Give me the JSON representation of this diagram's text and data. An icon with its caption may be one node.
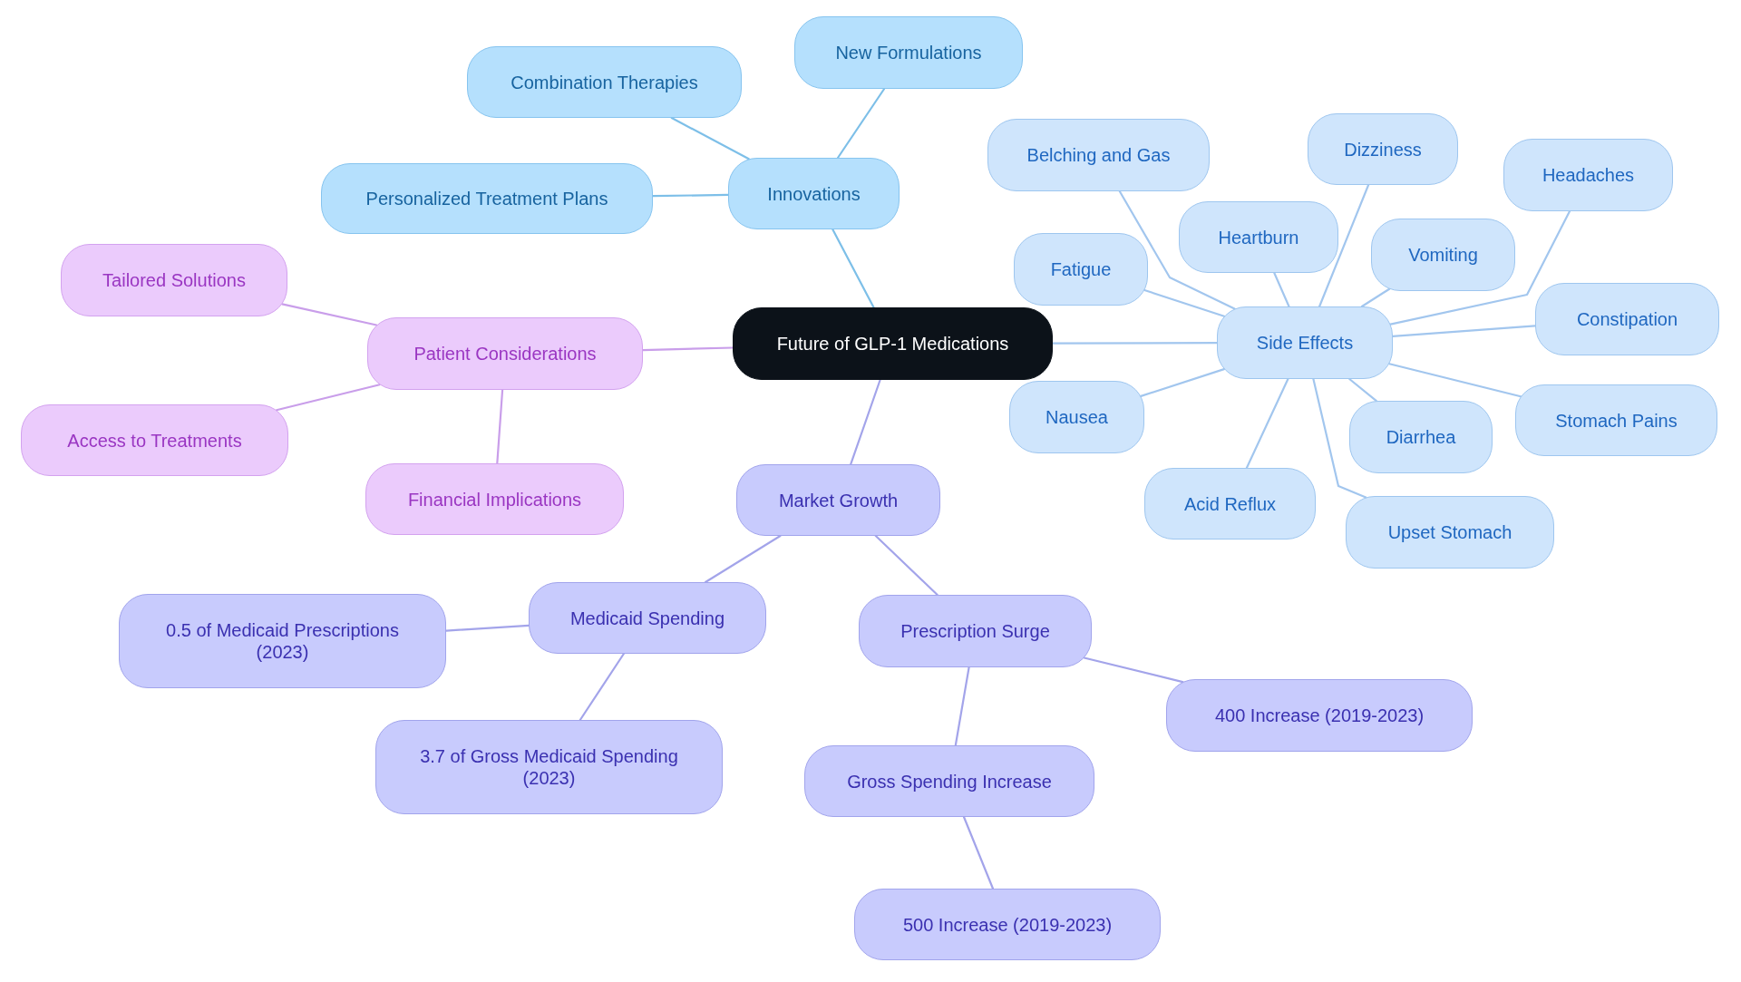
{
  "diagram": {
    "nodes": [
      {
        "text": [
          "Future of GLP-1 Medications"
        ]
      },
      {
        "text": [
          "Innovations"
        ]
      },
      {
        "text": [
          "New Formulations"
        ]
      },
      {
        "text": [
          "Combination Therapies"
        ]
      },
      {
        "text": [
          "Personalized Treatment Plans"
        ]
      },
      {
        "text": [
          "Side Effects"
        ]
      },
      {
        "text": [
          "Belching and Gas"
        ]
      },
      {
        "text": [
          "Dizziness"
        ]
      },
      {
        "text": [
          "Headaches"
        ]
      },
      {
        "text": [
          "Heartburn"
        ]
      },
      {
        "text": [
          "Vomiting"
        ]
      },
      {
        "text": [
          "Fatigue"
        ]
      },
      {
        "text": [
          "Constipation"
        ]
      },
      {
        "text": [
          "Nausea"
        ]
      },
      {
        "text": [
          "Stomach Pains"
        ]
      },
      {
        "text": [
          "Diarrhea"
        ]
      },
      {
        "text": [
          "Acid Reflux"
        ]
      },
      {
        "text": [
          "Upset Stomach"
        ]
      },
      {
        "text": [
          "Patient Considerations"
        ]
      },
      {
        "text": [
          "Tailored Solutions"
        ]
      },
      {
        "text": [
          "Access to Treatments"
        ]
      },
      {
        "text": [
          "Financial Implications"
        ]
      },
      {
        "text": [
          "Market Growth"
        ]
      },
      {
        "text": [
          "Medicaid Spending"
        ]
      },
      {
        "text": [
          "0.5 of Medicaid Prescriptions (2023)"
        ]
      },
      {
        "text": [
          "3.7 of Gross Medicaid Spending (2023)"
        ]
      },
      {
        "text": [
          "Prescription Surge"
        ]
      },
      {
        "text": [
          "400 Increase (2019-2023)"
        ]
      },
      {
        "text": [
          "Gross Spending Increase"
        ]
      },
      {
        "text": [
          "500 Increase (2019-2023)"
        ]
      }
    ],
    "edges": [
      {
        "from": 0,
        "to": 1,
        "arrow": "none",
        "color": "#7dbfe8"
      },
      {
        "from": 1,
        "to": 2,
        "arrow": "none",
        "color": "#7dbfe8"
      },
      {
        "from": 1,
        "to": 3,
        "arrow": "none",
        "color": "#7dbfe8"
      },
      {
        "from": 1,
        "to": 4,
        "arrow": "none",
        "color": "#7dbfe8"
      },
      {
        "from": 0,
        "to": 5,
        "arrow": "none"
      },
      {
        "from": 5,
        "to": 6,
        "arrow": "none"
      },
      {
        "from": 5,
        "to": 7,
        "arrow": "none"
      },
      {
        "from": 5,
        "to": 8,
        "arrow": "none"
      },
      {
        "from": 5,
        "to": 9,
        "arrow": "none"
      },
      {
        "from": 5,
        "to": 10,
        "arrow": "none"
      },
      {
        "from": 5,
        "to": 11,
        "arrow": "none"
      },
      {
        "from": 5,
        "to": 12,
        "arrow": "none"
      },
      {
        "from": 5,
        "to": 13,
        "arrow": "none"
      },
      {
        "from": 5,
        "to": 14,
        "arrow": "none"
      },
      {
        "from": 5,
        "to": 15,
        "arrow": "none"
      },
      {
        "from": 5,
        "to": 16,
        "arrow": "none"
      },
      {
        "from": 5,
        "to": 17,
        "arrow": "none"
      },
      {
        "from": 0,
        "to": 18,
        "arrow": "none",
        "color": "#c99eea"
      },
      {
        "from": 18,
        "to": 19,
        "arrow": "none",
        "color": "#c99eea"
      },
      {
        "from": 18,
        "to": 20,
        "arrow": "none",
        "color": "#c99eea"
      },
      {
        "from": 18,
        "to": 21,
        "arrow": "none",
        "color": "#c99eea"
      },
      {
        "from": 0,
        "to": 22,
        "arrow": "none",
        "color": "#a3a4ea"
      },
      {
        "from": 22,
        "to": 23,
        "arrow": "none",
        "color": "#a3a4ea"
      },
      {
        "from": 23,
        "to": 24,
        "arrow": "none",
        "color": "#a3a4ea"
      },
      {
        "from": 23,
        "to": 25,
        "arrow": "none",
        "color": "#a3a4ea"
      },
      {
        "from": 22,
        "to": 26,
        "arrow": "none",
        "color": "#a3a4ea"
      },
      {
        "from": 26,
        "to": 27,
        "arrow": "none",
        "color": "#a3a4ea"
      },
      {
        "from": 26,
        "to": 28,
        "arrow": "none",
        "color": "#a3a4ea"
      },
      {
        "from": 28,
        "to": 29,
        "arrow": "none",
        "color": "#a3a4ea"
      }
    ]
  }
}
